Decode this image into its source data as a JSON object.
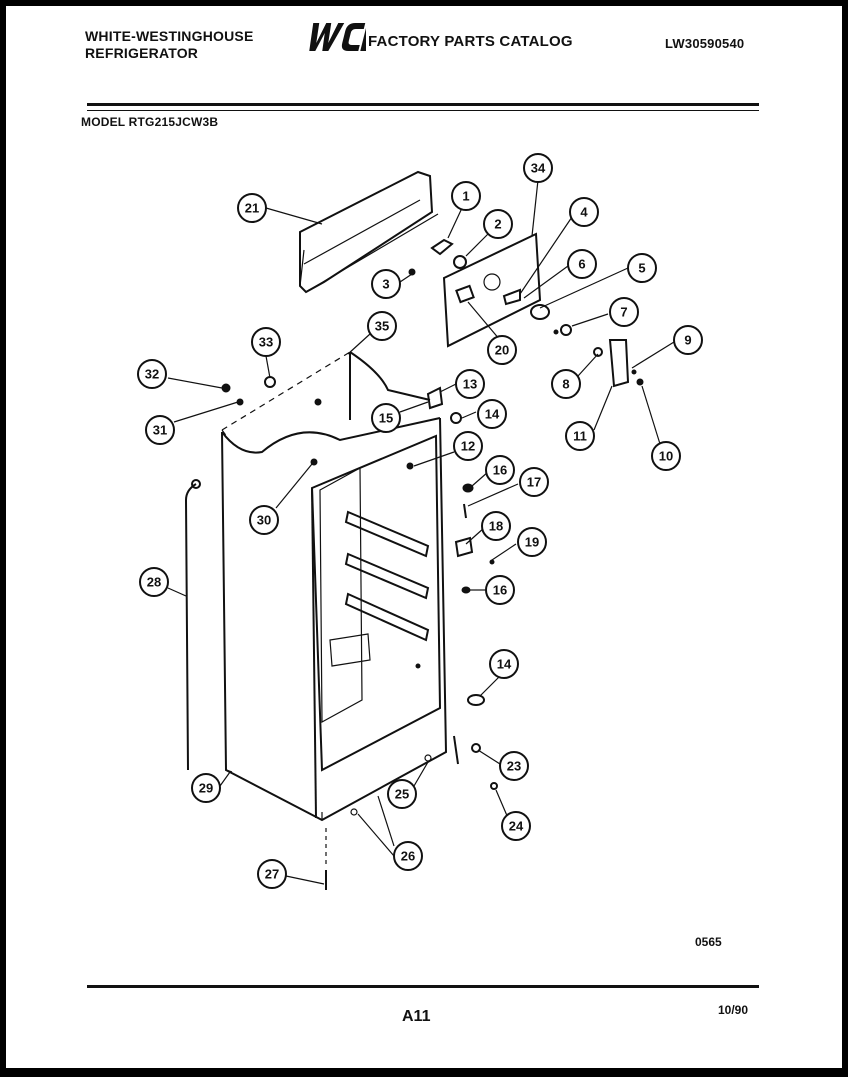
{
  "header": {
    "brand_line1": "WHITE-WESTINGHOUSE",
    "brand_line2": "REFRIGERATOR",
    "logo_text": "WCI",
    "catalog_title": "FACTORY PARTS CATALOG",
    "document_number": "LW30590540"
  },
  "model_label": "MODEL RTG215JCW3B",
  "callouts": [
    {
      "id": "c21",
      "label": "21"
    },
    {
      "id": "c1",
      "label": "1"
    },
    {
      "id": "c2",
      "label": "2"
    },
    {
      "id": "c3",
      "label": "3"
    },
    {
      "id": "c34",
      "label": "34"
    },
    {
      "id": "c4",
      "label": "4"
    },
    {
      "id": "c6",
      "label": "6"
    },
    {
      "id": "c5",
      "label": "5"
    },
    {
      "id": "c7",
      "label": "7"
    },
    {
      "id": "c20",
      "label": "20"
    },
    {
      "id": "c9",
      "label": "9"
    },
    {
      "id": "c8",
      "label": "8"
    },
    {
      "id": "c11",
      "label": "11"
    },
    {
      "id": "c10",
      "label": "10"
    },
    {
      "id": "c33",
      "label": "33"
    },
    {
      "id": "c35",
      "label": "35"
    },
    {
      "id": "c32",
      "label": "32"
    },
    {
      "id": "c31",
      "label": "31"
    },
    {
      "id": "c13",
      "label": "13"
    },
    {
      "id": "c15",
      "label": "15"
    },
    {
      "id": "c14a",
      "label": "14"
    },
    {
      "id": "c12",
      "label": "12"
    },
    {
      "id": "c16a",
      "label": "16"
    },
    {
      "id": "c17",
      "label": "17"
    },
    {
      "id": "c30",
      "label": "30"
    },
    {
      "id": "c18",
      "label": "18"
    },
    {
      "id": "c19",
      "label": "19"
    },
    {
      "id": "c28",
      "label": "28"
    },
    {
      "id": "c16b",
      "label": "16"
    },
    {
      "id": "c14b",
      "label": "14"
    },
    {
      "id": "c23",
      "label": "23"
    },
    {
      "id": "c29",
      "label": "29"
    },
    {
      "id": "c25",
      "label": "25"
    },
    {
      "id": "c24",
      "label": "24"
    },
    {
      "id": "c26",
      "label": "26"
    },
    {
      "id": "c27",
      "label": "27"
    }
  ],
  "footer": {
    "drawing_code": "0565",
    "page_label": "A11",
    "date": "10/90"
  }
}
